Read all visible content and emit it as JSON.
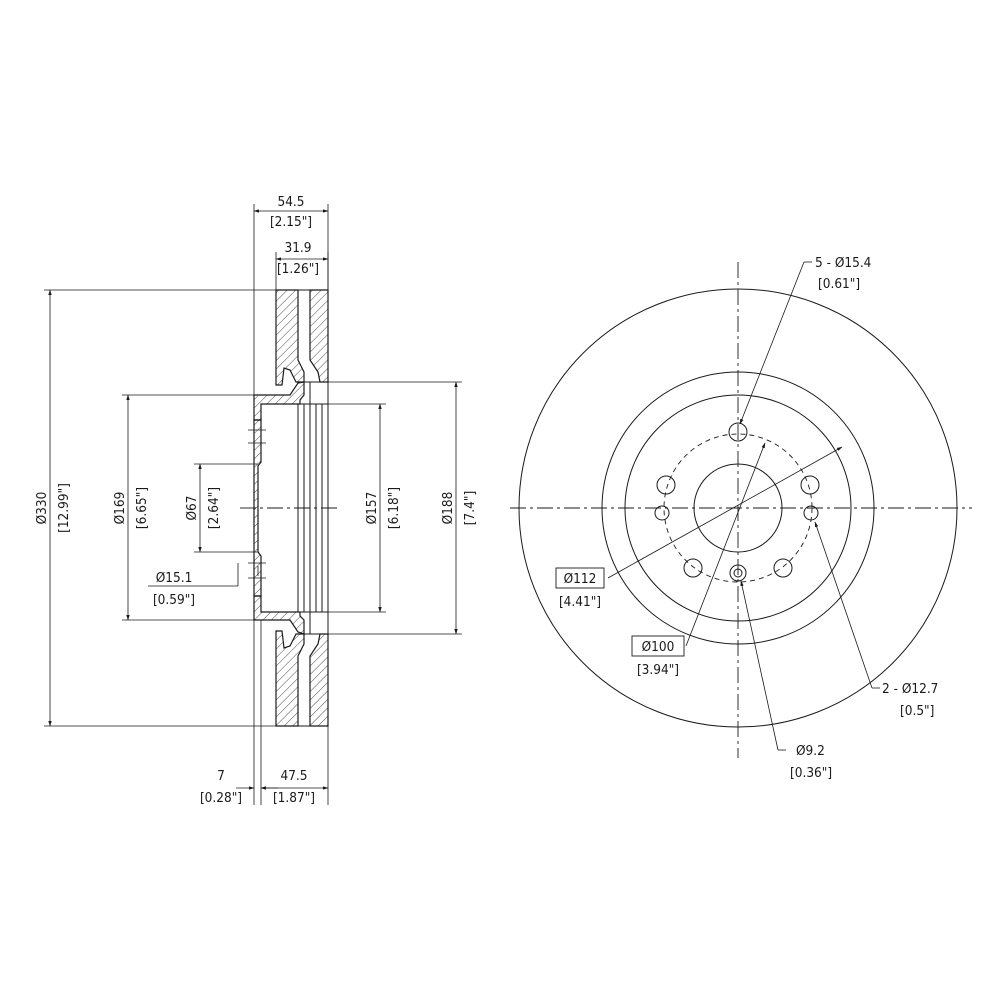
{
  "side_view": {
    "overall_width": {
      "value": "54.5",
      "imperial": "[2.15\"]"
    },
    "rotor_thickness": {
      "value": "31.9",
      "imperial": "[1.26\"]"
    },
    "outer_diameter": {
      "value": "Ø330",
      "imperial": "[12.99\"]"
    },
    "hat_diameter": {
      "value": "Ø169",
      "imperial": "[6.65\"]"
    },
    "center_bore": {
      "value": "Ø67",
      "imperial": "[2.64\"]"
    },
    "stud_hole": {
      "value": "Ø15.1",
      "imperial": "[0.59\"]"
    },
    "inner_diameter": {
      "value": "Ø157",
      "imperial": "[6.18\"]"
    },
    "friction_inner_diameter": {
      "value": "Ø188",
      "imperial": "[7.4\"]"
    },
    "hat_thickness": {
      "value": "7",
      "imperial": "[0.28\"]"
    },
    "hat_height": {
      "value": "47.5",
      "imperial": "[1.87\"]"
    }
  },
  "front_view": {
    "bolt_holes": {
      "value": "5 - Ø15.4",
      "imperial": "[0.61\"]"
    },
    "pcd_112": {
      "value": "Ø112",
      "imperial": "[4.41\"]"
    },
    "pcd_100": {
      "value": "Ø100",
      "imperial": "[3.94\"]"
    },
    "locator_holes": {
      "value": "2 - Ø12.7",
      "imperial": "[0.5\"]"
    },
    "small_hole": {
      "value": "Ø9.2",
      "imperial": "[0.36\"]"
    }
  }
}
